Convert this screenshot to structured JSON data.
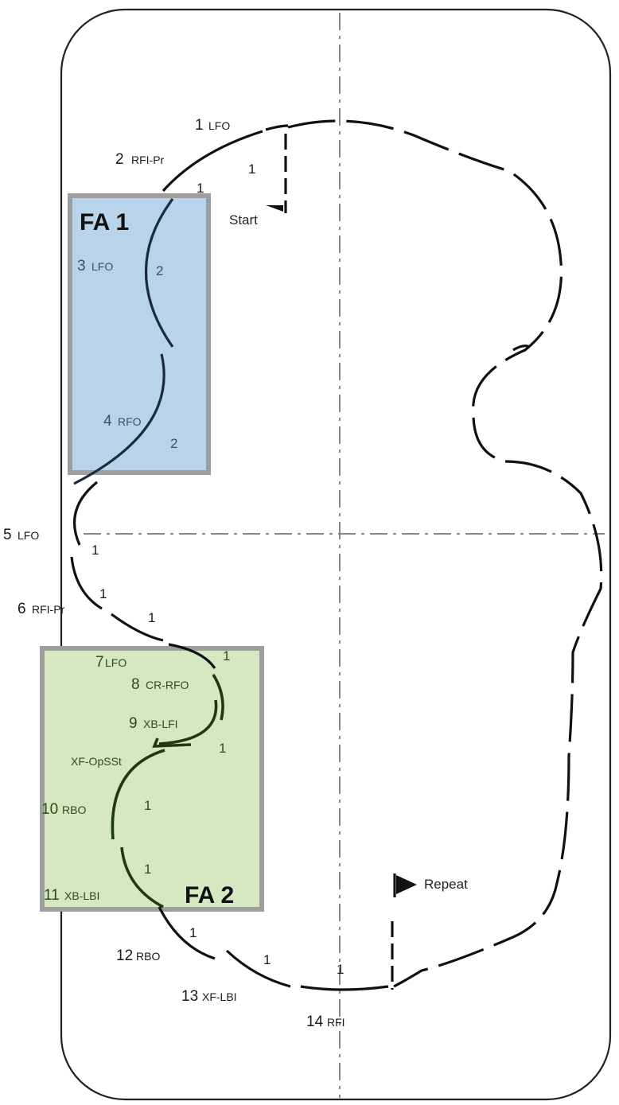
{
  "rink": {
    "border_color": "#222222",
    "axis_color": "#888888"
  },
  "focus_areas": [
    {
      "label": "FA 1",
      "fill": "#b8d3ea",
      "border": "#9e9e9e"
    },
    {
      "label": "FA 2",
      "fill": "#d5e8c1",
      "border": "#9e9e9e"
    }
  ],
  "markers": {
    "start": "Start",
    "repeat": "Repeat"
  },
  "elements": [
    {
      "num": "1",
      "code": "LFO"
    },
    {
      "num": "2",
      "code": "RFI-Pr"
    },
    {
      "num": "3",
      "code": "LFO"
    },
    {
      "num": "4",
      "code": "RFO"
    },
    {
      "num": "5",
      "code": "LFO"
    },
    {
      "num": "6",
      "code": "RFI-Pr"
    },
    {
      "num": "7",
      "code": "LFO"
    },
    {
      "num": "8",
      "code": "CR-RFO"
    },
    {
      "num": "9",
      "code": "XB-LFI"
    },
    {
      "num": "",
      "code": "XF-OpSSt"
    },
    {
      "num": "10",
      "code": "RBO"
    },
    {
      "num": "11",
      "code": "XB-LBI"
    },
    {
      "num": "12",
      "code": "RBO"
    },
    {
      "num": "13",
      "code": "XF-LBI"
    },
    {
      "num": "14",
      "code": "RFI"
    }
  ],
  "beats": [
    "1",
    "1",
    "2",
    "2",
    "1",
    "1",
    "1",
    "1",
    "1",
    "1",
    "1",
    "1",
    "1",
    "1"
  ]
}
